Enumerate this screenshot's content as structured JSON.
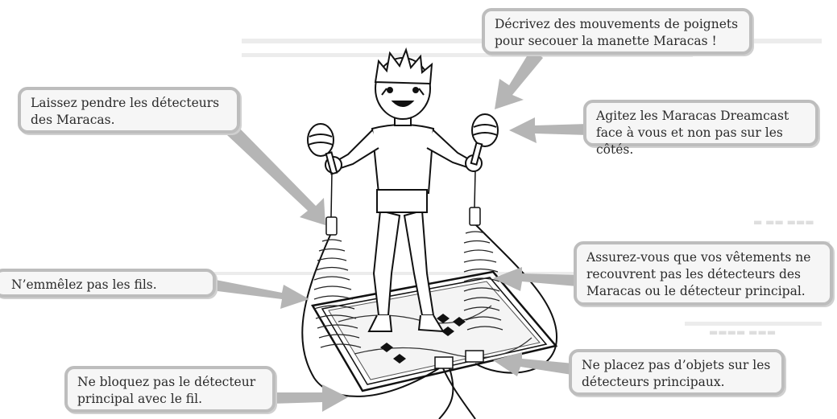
{
  "callouts": {
    "wrist": "Décrivez des mouvements de poignets pour secouer la manette Maracas !",
    "hang": "Laissez pendre les détecteurs des Maracas.",
    "face": "Agitez les Maracas Dreamcast face à vous et non pas sur les côtés.",
    "tangle": "N’emmêlez pas les fils.",
    "clothes": "Assurez-vous que vos vêtements ne recouvrent pas les détecteurs des Maracas ou le détecteur principal.",
    "objects": "Ne placez pas d’objets sur les détecteurs principaux.",
    "block": "Ne bloquez pas le détecteur principal avec le fil."
  },
  "colors": {
    "box_fill": "#f6f6f6",
    "box_border": "#bdbdbd",
    "arrow": "#b5b5b5",
    "ink": "#2b2b2b"
  }
}
